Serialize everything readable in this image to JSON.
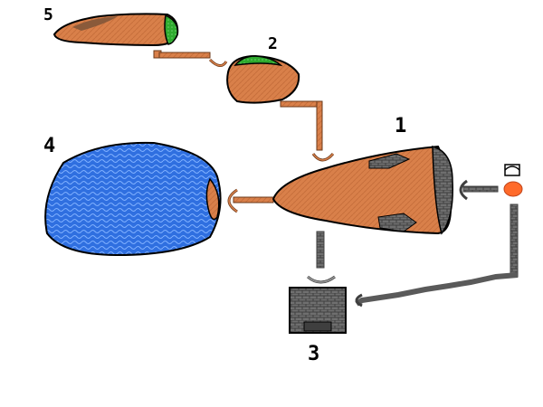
{
  "map": {
    "background": "#ffffff",
    "colors": {
      "dirt": "#d9804a",
      "dirt_dark": "#8a5a3a",
      "grass": "#2eaa2e",
      "water": "#2f6fe0",
      "water_wave": "#7fb0ff",
      "stone": "#6f6f6f",
      "stone_dark": "#3f3f3f",
      "brick_bridge": "#d9804a",
      "outline": "#000000",
      "entrance_marker": "#ff6a2a"
    },
    "areas": [
      {
        "id": "area-1",
        "label": "1",
        "kind": "dirt-cone",
        "icon": "dirt-island-icon"
      },
      {
        "id": "area-2",
        "label": "2",
        "kind": "dirt-grass",
        "icon": "dirt-island-icon"
      },
      {
        "id": "area-3",
        "label": "3",
        "kind": "stone-building",
        "icon": "stone-block-icon"
      },
      {
        "id": "area-4",
        "label": "4",
        "kind": "water-pool",
        "icon": "water-pool-icon"
      },
      {
        "id": "area-5",
        "label": "5",
        "kind": "dirt-grass",
        "icon": "dirt-island-icon"
      }
    ],
    "start": {
      "icon": "house-icon",
      "marker_icon": "entrance-blob-icon"
    }
  }
}
